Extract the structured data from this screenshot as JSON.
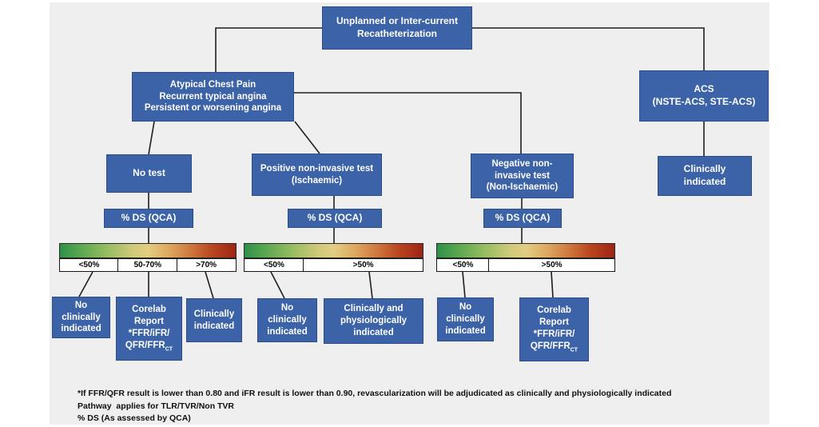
{
  "palette": {
    "page_bg": "#ffffff",
    "panel_bg": "#efeff0",
    "node_bg": "#3c62a7",
    "node_border": "#2c4c8a",
    "node_text": "#ffffff",
    "line_color": "#1f1f1f",
    "gradient_low": "#2e9148",
    "gradient_mid": "#e3cd82",
    "gradient_high": "#9e2416"
  },
  "nodes": {
    "root": "Unplanned or Inter-current\nRecatheterization",
    "atypical": "Atypical Chest Pain\nRecurrent typical angina\nPersistent or worsening angina",
    "acs": "ACS\n(NSTE-ACS, STE-ACS)",
    "no_test": "No test",
    "positive_test": "Positive non-invasive test\n(Ischaemic)",
    "negative_test": "Negative non-\ninvasive test\n(Non-Ischaemic)",
    "ds_qca": "% DS (QCA)",
    "clinically_indicated": "Clinically\nindicated",
    "no_clinically_indicated": "No\nclinically\nindicated",
    "clin_phys_indicated": "Clinically and\nphysiologically\nindicated",
    "corelab_main": "Corelab\nReport\n*FFR/iFR/\nQFR/FFR",
    "corelab_sub": "CT"
  },
  "scales": [
    {
      "cells": [
        "<50%",
        "50-70%",
        ">70%"
      ]
    },
    {
      "cells": [
        "<50%",
        ">50%"
      ]
    },
    {
      "cells": [
        "<50%",
        ">50%"
      ]
    }
  ],
  "footnotes": [
    "*If FFR/QFR result is lower than 0.80 and iFR result is lower than 0.90, revascularization will be adjudicated as clinically and physiologically indicated",
    "Pathway  applies for TLR/TVR/Non TVR",
    "% DS (As assessed by QCA)"
  ]
}
